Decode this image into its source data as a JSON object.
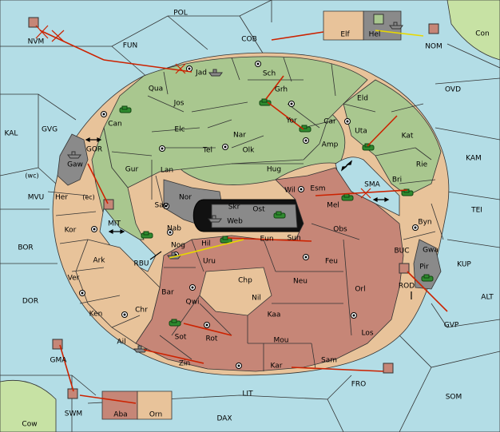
{
  "colors": {
    "sea": "#b3dde6",
    "green_power": "#a9c78f",
    "tan_power": "#e8c39a",
    "red_power": "#c68677",
    "neutral_gray": "#8a8a8a",
    "outer_land": "#c7e2a4",
    "move_arrow": "#cc2200",
    "support_arrow": "#e8d800"
  },
  "outer_labels": [
    "POL",
    "NVM",
    "FUN",
    "COB",
    "NOM",
    "Con",
    "OVD",
    "KAL",
    "GVG",
    "KAM",
    "MVU",
    "TEI",
    "BOR",
    "ALT",
    "DOR",
    "KUP",
    "GVP",
    "SOM",
    "FRO",
    "LIT",
    "DAX",
    "Cow",
    "GMA",
    "SWM"
  ],
  "inner_labels": [
    "Jad",
    "Sch",
    "Qua",
    "Grh",
    "Jos",
    "Eld",
    "Can",
    "Yor",
    "Car",
    "Elc",
    "Nar",
    "Uta",
    "Kat",
    "Tel",
    "Amp",
    "Olk",
    "GOR",
    "Gaw",
    "Gur",
    "Lan",
    "Hug",
    "Rie",
    "Wil",
    "Esm",
    "SMA",
    "(wc)",
    "Her",
    "(ec)",
    "Nor",
    "Skr",
    "Ost",
    "Mel",
    "Bri",
    "MIT",
    "Sap",
    "Web",
    "Obs",
    "Byn",
    "Kor",
    "Nab",
    "Eun",
    "Sun",
    "Gwa",
    "BUC",
    "Ark",
    "Nog",
    "Hil",
    "RBU",
    "Uru",
    "Feu",
    "Pir",
    "Ver",
    "Chp",
    "Neu",
    "ROD",
    "Orl",
    "Bar",
    "Qwi",
    "Nil",
    "Ken",
    "Chr",
    "Kaa",
    "Sot",
    "Rot",
    "Los",
    "Ail",
    "Mou",
    "Zin",
    "Kar",
    "Sam",
    "Elf",
    "Hel",
    "Aba",
    "Orn"
  ]
}
